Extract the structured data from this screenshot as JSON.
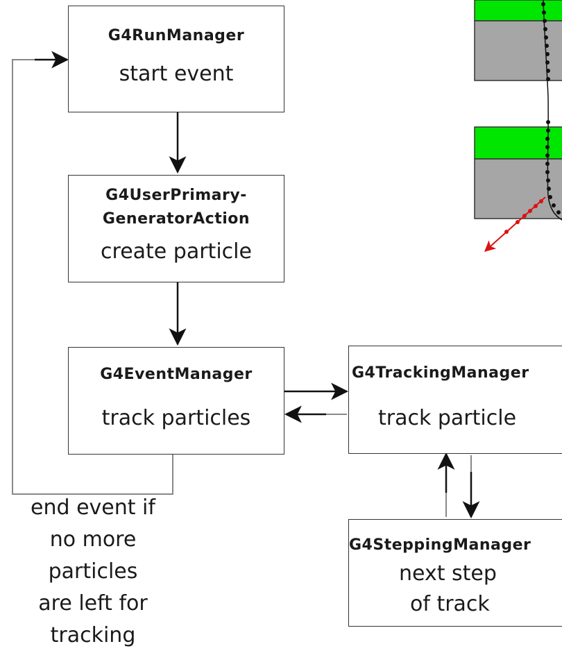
{
  "boxes": {
    "run_manager": {
      "title": "G4RunManager",
      "subtitle": "start event"
    },
    "primary_generator": {
      "title_line1": "G4UserPrimary-",
      "title_line2": "GeneratorAction",
      "subtitle": "create particle"
    },
    "event_manager": {
      "title": "G4EventManager",
      "subtitle": "track particles"
    },
    "tracking_manager": {
      "title": "G4TrackingManager",
      "subtitle": "track particle"
    },
    "stepping_manager": {
      "title": "G4SteppingManager",
      "subtitle_line1": "next step",
      "subtitle_line2": "of track"
    }
  },
  "end_event_note": [
    "end event if",
    "no more",
    "particles",
    "are left for",
    "tracking"
  ],
  "colors": {
    "box_border": "#333333",
    "arrow": "#111111",
    "connector": "#888888",
    "detector_green": "#00e600",
    "detector_gray": "#a6a6a6",
    "secondary_track": "#dd1111"
  }
}
